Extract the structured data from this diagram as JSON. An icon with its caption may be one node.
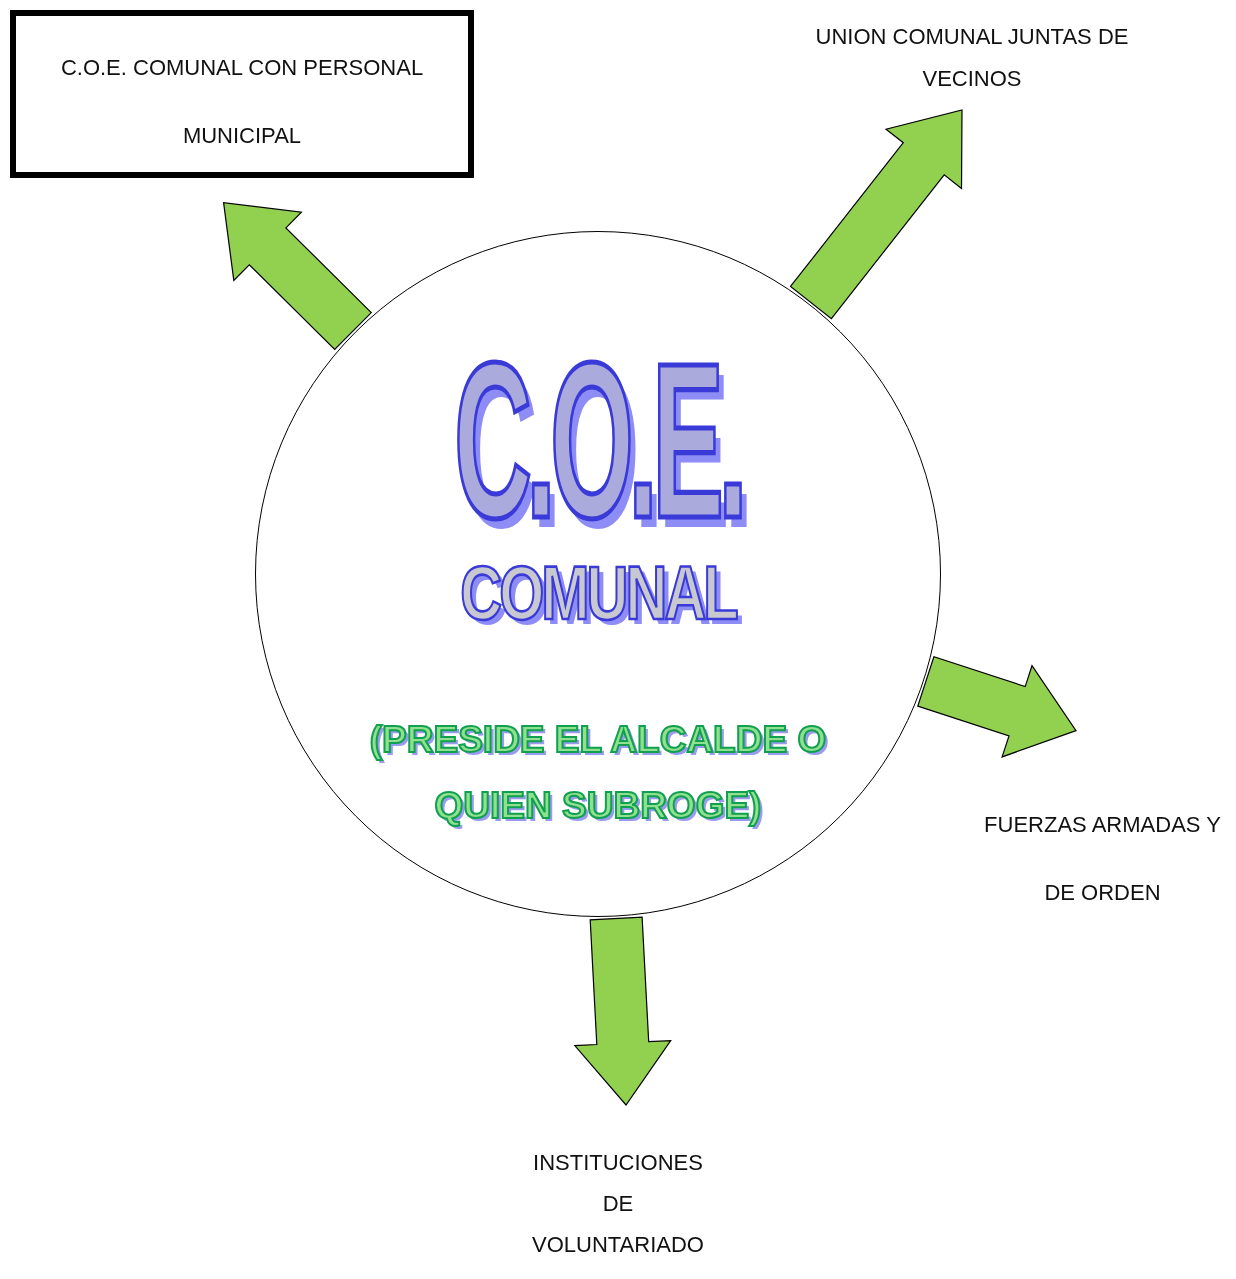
{
  "diagram": {
    "nodes": [
      {
        "text": [
          "C.O.E.",
          "COMUNAL",
          "(PRESIDE EL ALCALDE O QUIEN SUBROGE)"
        ]
      },
      {
        "text": [
          "C.O.E. COMUNAL CON PERSONAL MUNICIPAL"
        ]
      },
      {
        "text": [
          "UNION COMUNAL JUNTAS DE VECINOS"
        ]
      },
      {
        "text": [
          "FUERZAS ARMADAS Y DE ORDEN"
        ]
      },
      {
        "text": [
          "INSTITUCIONES DE VOLUNTARIADO"
        ]
      }
    ],
    "edges": [
      {
        "from": 0,
        "to": 1,
        "arrow": "to",
        "style": "thick",
        "color": "#92d050"
      },
      {
        "from": 0,
        "to": 2,
        "arrow": "to",
        "style": "thick",
        "color": "#92d050"
      },
      {
        "from": 0,
        "to": 3,
        "arrow": "to",
        "style": "thick",
        "color": "#92d050"
      },
      {
        "from": 0,
        "to": 4,
        "arrow": "to",
        "style": "thick",
        "color": "#92d050"
      }
    ]
  }
}
